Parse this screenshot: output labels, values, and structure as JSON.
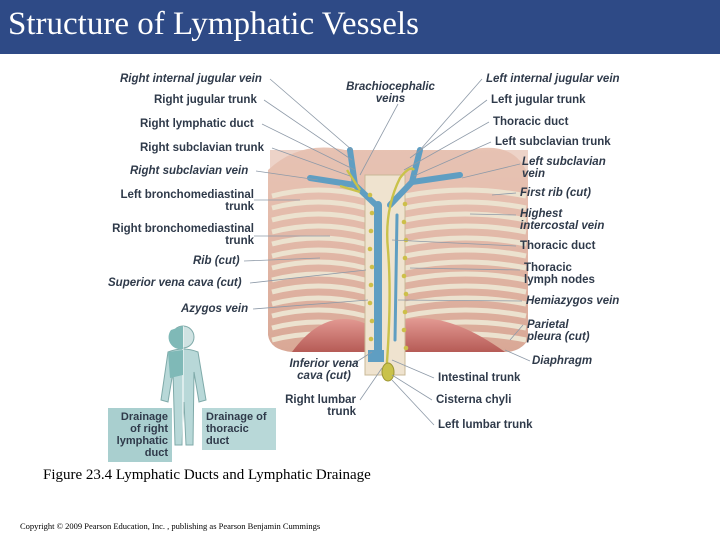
{
  "title": "Structure of Lymphatic Vessels",
  "labels": {
    "right_internal_jugular_vein": "Right internal jugular vein",
    "right_jugular_trunk": "Right jugular trunk",
    "right_lymphatic_duct": "Right lymphatic duct",
    "right_subclavian_trunk": "Right subclavian trunk",
    "right_subclavian_vein": "Right subclavian vein",
    "left_bronchomediastinal_trunk": [
      "Left bronchomediastinal",
      "trunk"
    ],
    "right_bronchomediastinal_trunk": [
      "Right bronchomediastinal",
      "trunk"
    ],
    "rib_cut": "Rib (cut)",
    "superior_vena_cava_cut": "Superior vena cava (cut)",
    "azygos_vein": "Azygos vein",
    "brachiocephalic_veins": [
      "Brachiocephalic",
      "veins"
    ],
    "left_internal_jugular_vein": "Left internal jugular vein",
    "left_jugular_trunk": "Left jugular trunk",
    "thoracic_duct_top": "Thoracic duct",
    "left_subclavian_trunk": "Left subclavian trunk",
    "left_subclavian_vein": [
      "Left subclavian",
      "vein"
    ],
    "first_rib_cut": "First rib (cut)",
    "highest_intercostal_vein": [
      "Highest",
      "intercostal vein"
    ],
    "thoracic_duct_mid": "Thoracic duct",
    "thoracic_lymph_nodes": [
      "Thoracic",
      "lymph nodes"
    ],
    "hemiazygos_vein": "Hemiazygos vein",
    "parietal_pleura_cut": [
      "Parietal",
      "pleura (cut)"
    ],
    "diaphragm": "Diaphragm",
    "inferior_vena_cava_cut": [
      "Inferior vena",
      "cava (cut)"
    ],
    "intestinal_trunk": "Intestinal trunk",
    "right_lumbar_trunk": [
      "Right lumbar",
      "trunk"
    ],
    "cisterna_chyli": "Cisterna chyli",
    "left_lumbar_trunk": "Left lumbar trunk"
  },
  "drainage_key": {
    "right": [
      "Drainage",
      "of right",
      "lymphatic",
      "duct"
    ],
    "thoracic": [
      "Drainage of",
      "thoracic",
      "duct"
    ]
  },
  "caption": "Figure 23.4 Lymphatic Ducts and Lymphatic Drainage",
  "copyright": "Copyright © 2009 Pearson Education, Inc. , publishing as Pearson Benjamin Cummings",
  "colors": {
    "title_bar": "#2e4a86",
    "skin": "#e2b7a7",
    "rib": "#ebe1cf",
    "vessel": "#5f9ec2",
    "duct": "#c9c24a",
    "diaphragm": "#d6837d",
    "drainage_fill": "#a9cfcf"
  }
}
